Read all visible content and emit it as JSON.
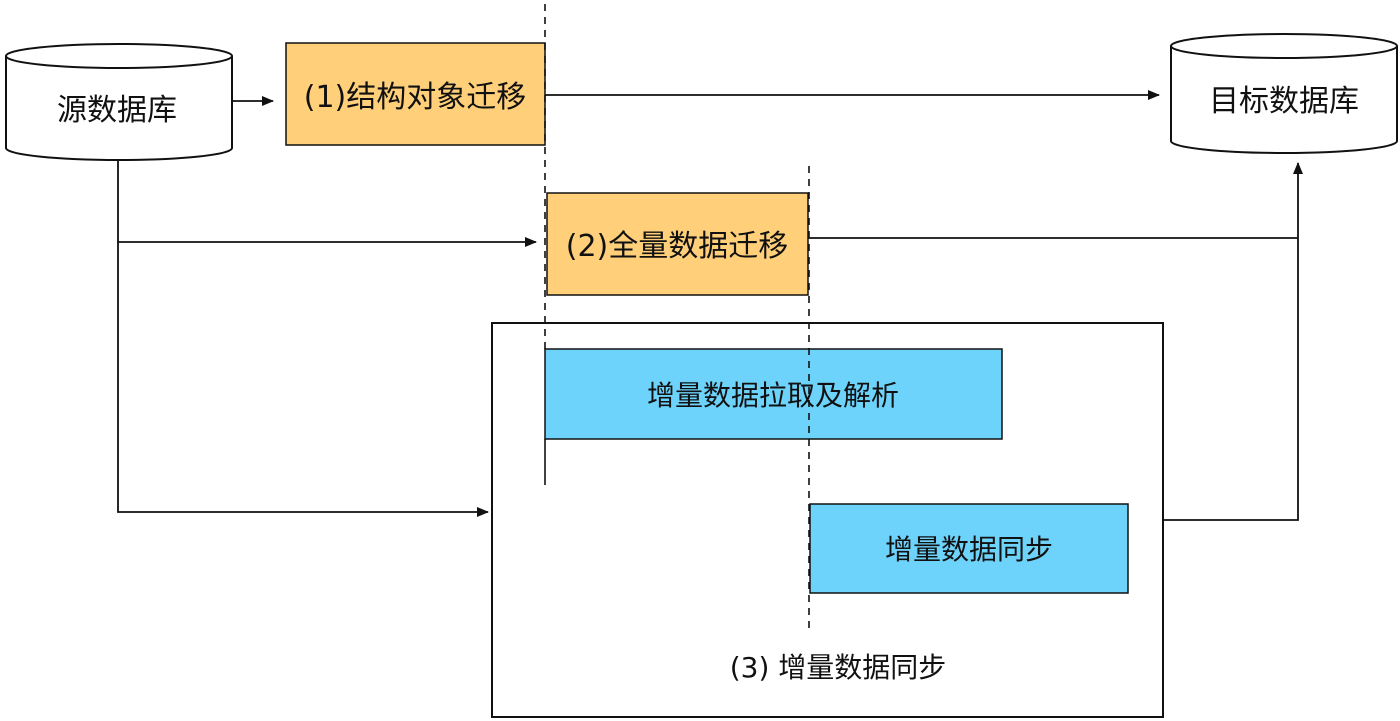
{
  "nodes": {
    "source_db": "源数据库",
    "target_db": "目标数据库",
    "step1": "(1)结构对象迁移",
    "step2": "(2)全量数据迁移",
    "incr_pull": "增量数据拉取及解析",
    "incr_sync": "增量数据同步",
    "step3": "(3) 增量数据同步"
  },
  "colors": {
    "orange_box": "#FFCF7A",
    "blue_box": "#6DD3FA",
    "stroke": "#111111",
    "background": "#ffffff"
  }
}
